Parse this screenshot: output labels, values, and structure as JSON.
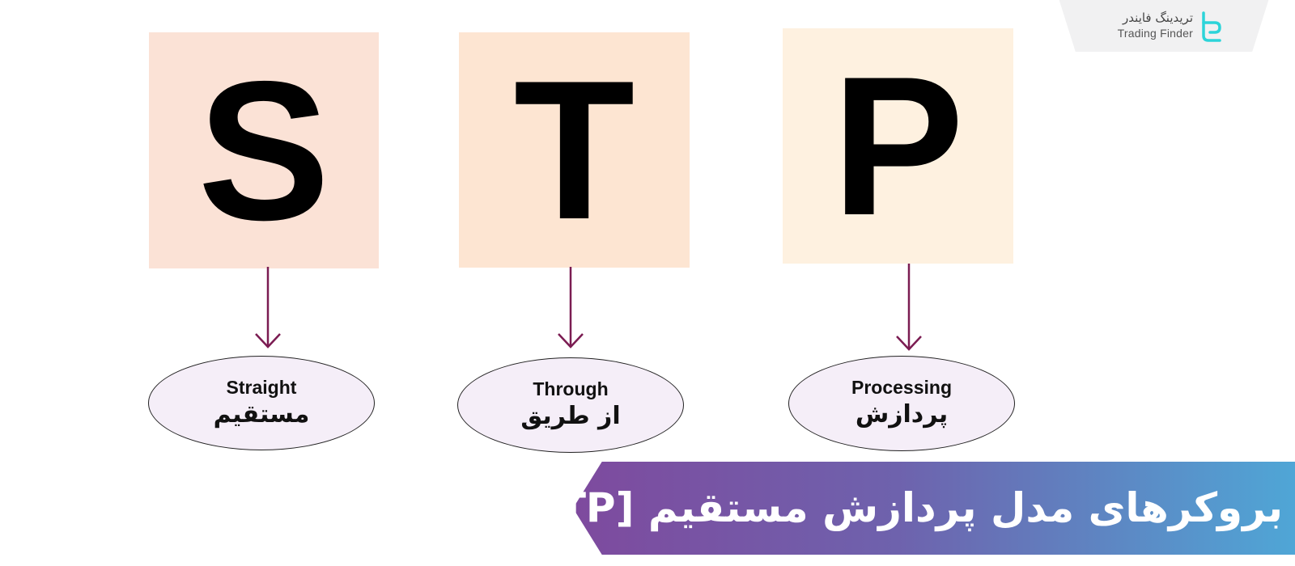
{
  "brand": {
    "name_fa": "تریدینگ فایندر",
    "name_en": "Trading Finder",
    "icon": "trading-finder-logo-icon",
    "accent_color": "#2cd4d9"
  },
  "letters": [
    {
      "letter": "S",
      "box_color": "#fbe2d6"
    },
    {
      "letter": "T",
      "box_color": "#fde5d2"
    },
    {
      "letter": "P",
      "box_color": "#fef1e0"
    }
  ],
  "labels": [
    {
      "en": "Straight",
      "fa": "مستقیم"
    },
    {
      "en": "Through",
      "fa": "از طریق"
    },
    {
      "en": "Processing",
      "fa": "پردازش"
    }
  ],
  "arrow_color": "#7b1c52",
  "banner": {
    "title": "بروکرهای مدل پردازش مستقیم [STP]",
    "gradient_start": "#7e4a9e",
    "gradient_end": "#4fa6d6"
  }
}
